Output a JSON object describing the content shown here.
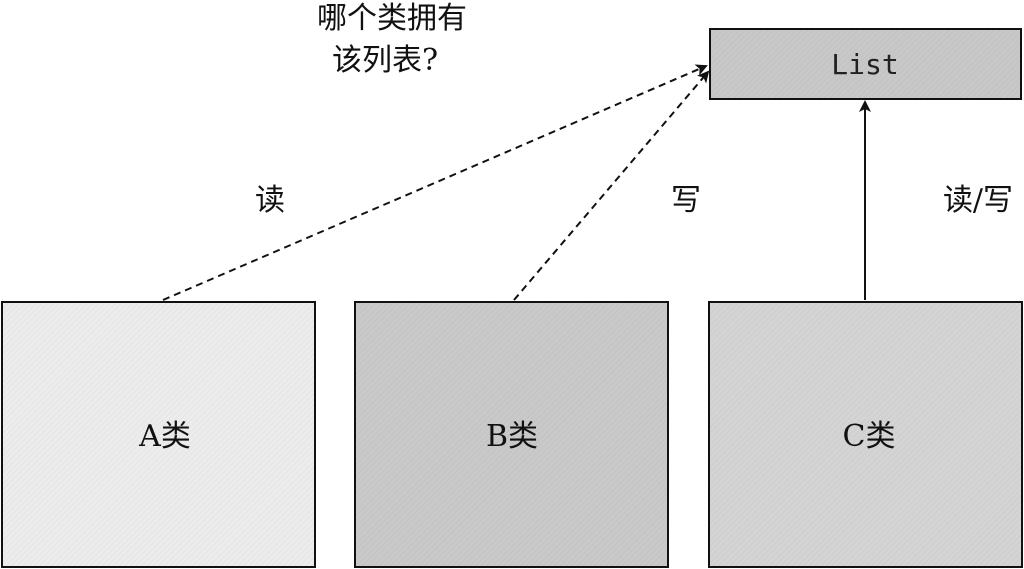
{
  "question": {
    "line1": "哪个类拥有",
    "line2": "该列表?"
  },
  "list_box": {
    "label": "List",
    "fill": "#c8c8c8"
  },
  "classes": {
    "a": {
      "label": "A类",
      "fill": "#ececec"
    },
    "b": {
      "label": "B类",
      "fill": "#c9c9c9"
    },
    "c": {
      "label": "C类",
      "fill": "#d4d4d4"
    }
  },
  "edges": {
    "a_to_list": {
      "label": "读",
      "style": "dashed"
    },
    "b_to_list": {
      "label": "写",
      "style": "dashed"
    },
    "c_to_list": {
      "label": "读/写",
      "style": "solid"
    }
  },
  "colors": {
    "stroke": "#111111",
    "background": "#ffffff"
  }
}
